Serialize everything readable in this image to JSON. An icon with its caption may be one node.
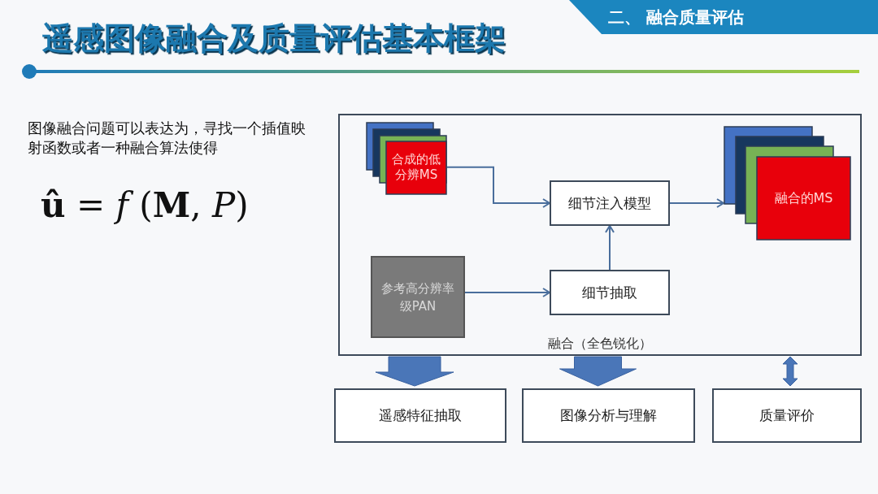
{
  "diagram": {
    "title": "遥感图像融合及质量评估基本框架",
    "nodes": [
      {
        "text": [
          "融合（全色锐化）"
        ]
      },
      {
        "text": [
          "合成的低分辨MS"
        ],
        "in": 0
      },
      {
        "text": [
          "细节注入模型"
        ],
        "in": 0
      },
      {
        "text": [
          "融合的MS"
        ],
        "in": 0
      },
      {
        "text": [
          "参考高分辨率级PAN"
        ],
        "in": 0
      },
      {
        "text": [
          "细节抽取"
        ],
        "in": 0
      },
      {
        "text": [
          "遥感特征抽取"
        ]
      },
      {
        "text": [
          "图像分析与理解"
        ]
      },
      {
        "text": [
          "质量评价"
        ]
      }
    ],
    "edges": [
      {
        "from": 1,
        "to": 2,
        "arrow": "to"
      },
      {
        "from": 2,
        "to": 3,
        "arrow": "to"
      },
      {
        "from": 4,
        "to": 5,
        "arrow": "to"
      },
      {
        "from": 5,
        "to": 2,
        "arrow": "to"
      },
      {
        "from": 0,
        "to": 6,
        "arrow": "to"
      },
      {
        "from": 0,
        "to": 7,
        "arrow": "to"
      },
      {
        "from": 0,
        "to": 8,
        "arrow": "both"
      }
    ],
    "labels": [
      "二、 融合质量评估",
      "图像融合问题可以表达为，寻找一个插值映射函数或者一种融合算法使得",
      "**û** = *f* (**M**, *P*)"
    ]
  }
}
